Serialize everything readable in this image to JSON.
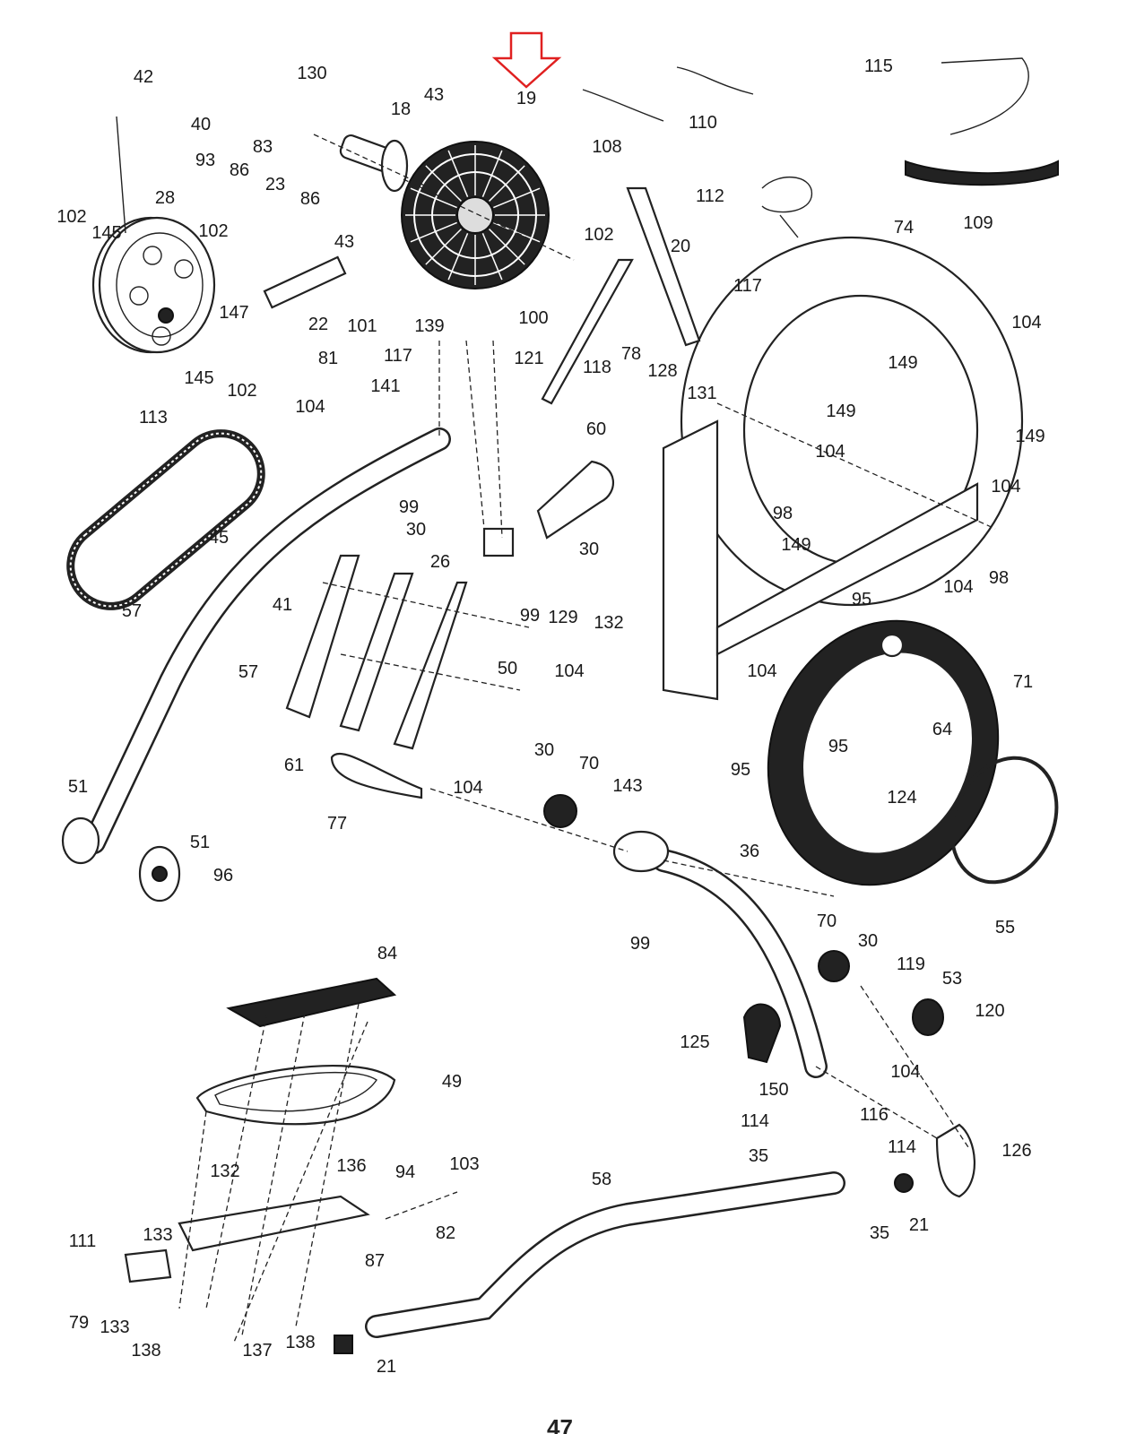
{
  "diagram": {
    "highlight_color": "#e02020",
    "highlighted_part": "19",
    "page_number": "47",
    "callouts": [
      "42",
      "40",
      "130",
      "83",
      "18",
      "43",
      "19",
      "108",
      "110",
      "115",
      "109",
      "93",
      "86",
      "23",
      "86",
      "102",
      "145",
      "28",
      "102",
      "43",
      "102",
      "20",
      "112",
      "74",
      "117",
      "147",
      "22",
      "101",
      "100",
      "139",
      "118",
      "78",
      "128",
      "131",
      "104",
      "149",
      "149",
      "149",
      "81",
      "117",
      "121",
      "145",
      "102",
      "104",
      "141",
      "113",
      "60",
      "104",
      "98",
      "104",
      "149",
      "99",
      "30",
      "30",
      "45",
      "26",
      "104",
      "98",
      "57",
      "41",
      "99",
      "129",
      "132",
      "95",
      "50",
      "104",
      "104",
      "71",
      "57",
      "64",
      "95",
      "30",
      "70",
      "61",
      "143",
      "124",
      "95",
      "104",
      "51",
      "77",
      "36",
      "51",
      "96",
      "55",
      "99",
      "84",
      "70",
      "30",
      "119",
      "53",
      "120",
      "125",
      "104",
      "49",
      "150",
      "116",
      "114",
      "114",
      "126",
      "35",
      "132",
      "136",
      "94",
      "103",
      "58",
      "35",
      "21",
      "82",
      "111",
      "133",
      "87",
      "79",
      "133",
      "138",
      "137",
      "138",
      "21"
    ]
  }
}
